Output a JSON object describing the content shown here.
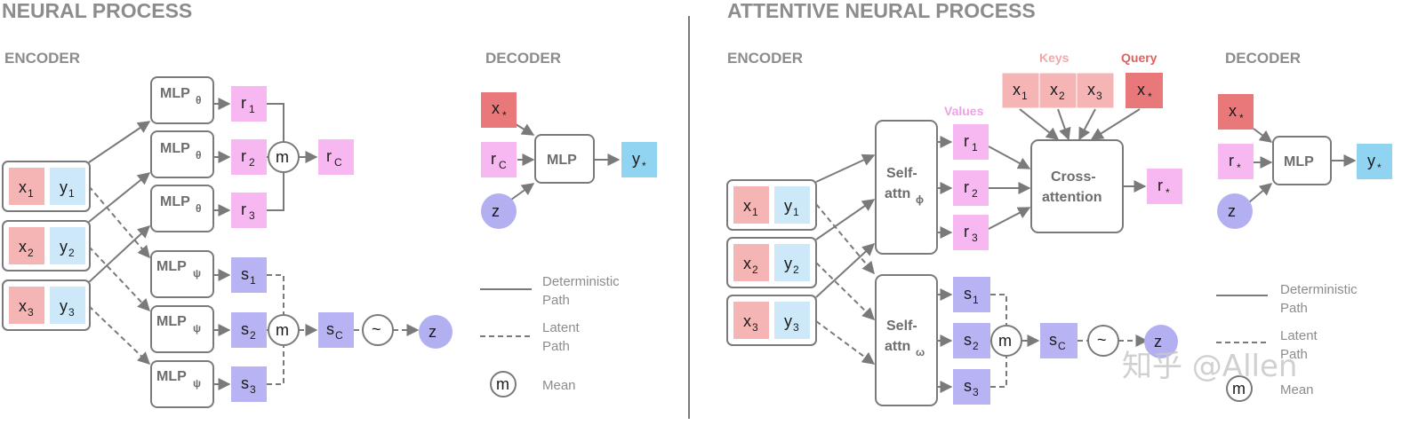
{
  "neural_process": {
    "title": "NEURAL PROCESS",
    "encoder_label": "ENCODER",
    "decoder_label": "DECODER",
    "x_labels": [
      "x",
      "x",
      "x"
    ],
    "x_subs": [
      "1",
      "2",
      "3"
    ],
    "y_labels": [
      "y",
      "y",
      "y"
    ],
    "y_subs": [
      "1",
      "2",
      "3"
    ],
    "mlp_theta": "MLP",
    "theta_sub": "θ",
    "mlp_psi": "MLP",
    "psi_sub": "ψ",
    "r_labels": [
      "r",
      "r",
      "r"
    ],
    "r_subs": [
      "1",
      "2",
      "3"
    ],
    "s_labels": [
      "s",
      "s",
      "s"
    ],
    "s_subs": [
      "1",
      "2",
      "3"
    ],
    "mean_symbol": "m",
    "rc_label": "r",
    "rc_sub": "C",
    "sc_label": "s",
    "sc_sub": "C",
    "sample_symbol": "~",
    "z_label": "z",
    "dec_x": "x",
    "dec_x_sub": "*",
    "dec_r": "r",
    "dec_r_sub": "C",
    "dec_z": "z",
    "dec_mlp": "MLP",
    "dec_y": "y",
    "dec_y_sub": "*",
    "legend": {
      "deterministic_1": "Deterministic",
      "deterministic_2": "Path",
      "latent_1": "Latent",
      "latent_2": "Path",
      "mean_symbol": "m",
      "mean": "Mean"
    }
  },
  "attentive_neural_process": {
    "title": "ATTENTIVE NEURAL PROCESS",
    "encoder_label": "ENCODER",
    "decoder_label": "DECODER",
    "values_label": "Values",
    "keys_label": "Keys",
    "query_label": "Query",
    "x_labels": [
      "x",
      "x",
      "x"
    ],
    "x_subs": [
      "1",
      "2",
      "3"
    ],
    "y_labels": [
      "y",
      "y",
      "y"
    ],
    "y_subs": [
      "1",
      "2",
      "3"
    ],
    "self_attn_line1": "Self-",
    "self_attn_line2": "attn",
    "phi_sub": "ϕ",
    "omega_sub": "ω",
    "r_labels": [
      "r",
      "r",
      "r"
    ],
    "r_subs": [
      "1",
      "2",
      "3"
    ],
    "key_labels": [
      "x",
      "x",
      "x"
    ],
    "key_subs": [
      "1",
      "2",
      "3"
    ],
    "query_x": "x",
    "query_sub": "*",
    "cross_line1": "Cross-",
    "cross_line2": "attention",
    "r_star": "r",
    "r_star_sub": "*",
    "s_labels": [
      "s",
      "s",
      "s"
    ],
    "s_subs": [
      "1",
      "2",
      "3"
    ],
    "mean_symbol": "m",
    "sc_label": "s",
    "sc_sub": "C",
    "sample_symbol": "~",
    "z_label": "z",
    "dec_x": "x",
    "dec_x_sub": "*",
    "dec_r": "r",
    "dec_r_sub": "*",
    "dec_z": "z",
    "dec_mlp": "MLP",
    "dec_y": "y",
    "dec_y_sub": "*",
    "legend": {
      "deterministic_1": "Deterministic",
      "deterministic_2": "Path",
      "latent_1": "Latent",
      "latent_2": "Path",
      "mean_symbol": "m",
      "mean": "Mean"
    }
  },
  "watermark": "知乎 @Allen",
  "colors": {
    "x_fill": "#f5b5b5",
    "y_fill": "#cde8f8",
    "r_fill": "#f7b7f0",
    "s_fill": "#b8b3f2",
    "z_fill": "#b3b0f2",
    "x_star_fill": "#e8787a",
    "y_star_fill": "#90d4f2",
    "keys_text": "#f0a8a8",
    "query_text": "#e06060",
    "values_text": "#f0a0ea"
  }
}
